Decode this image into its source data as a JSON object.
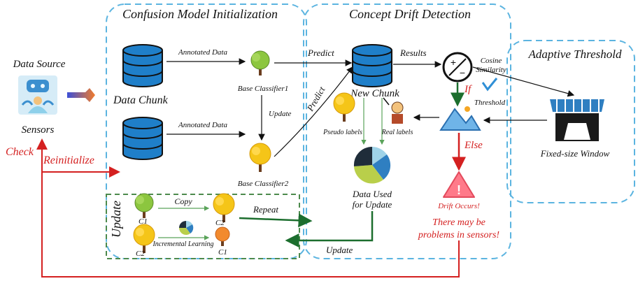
{
  "sections": {
    "init_title": "Confusion Model Initialization",
    "drift_title": "Concept Drift Detection",
    "adaptive_title": "Adaptive Threshold",
    "update_title": "Update"
  },
  "source": {
    "data_source": "Data Source",
    "sensors": "Sensors",
    "check": "Check",
    "reinitialize": "Reinitialize"
  },
  "init": {
    "data_chunk": "Data Chunk",
    "annotated_1": "Annotated Data",
    "annotated_2": "Annotated Data",
    "base1": "Base Classifier1",
    "base2": "Base Classifier2",
    "update": "Update"
  },
  "drift": {
    "predict_1": "Predict",
    "predict_2": "Predict",
    "results": "Results",
    "new_chunk": "New Chunk",
    "cosine": "Cosine",
    "similarity": "Similarity",
    "if": "If",
    "threshold": "Threshold",
    "pseudo": "Pseudo labels",
    "real": "Real labels",
    "data_used_1": "Data Used",
    "data_used_2": "for Update",
    "else": "Else",
    "drift_occurs": "Drift Occurs!",
    "problems_1": "There may be",
    "problems_2": "problems in sensors!",
    "update": "Update"
  },
  "adaptive": {
    "window": "Fixed-size Window"
  },
  "update_box": {
    "c1_top": "C1",
    "c2_top": "C2",
    "copy": "Copy",
    "c2_bottom": "C2",
    "c1_bottom": "C1",
    "incremental": "Incremental Learning",
    "repeat": "Repeat"
  },
  "colors": {
    "dashed_blue": "#5bb4e0",
    "dashed_green": "#4d8a4d",
    "db_blue": "#1f7fc9",
    "arrow_green": "#1c6e2e",
    "arrow_red": "#d42020"
  }
}
